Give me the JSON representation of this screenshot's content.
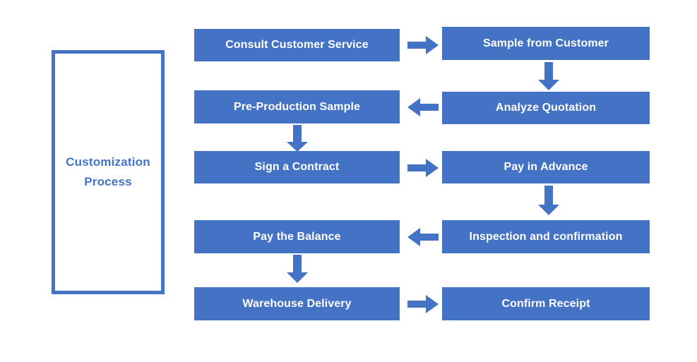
{
  "diagram": {
    "title_panel": {
      "label_line1": "Customization",
      "label_line2": "Process",
      "border_color": "#4472C4",
      "text_color": "#4472C4"
    },
    "node_fill_color": "#4472C4",
    "node_text_color": "#FFFFFF",
    "arrow_color": "#4472C4",
    "nodes": [
      {
        "id": "consult-customer-service",
        "label": "Consult Customer Service",
        "column": "left",
        "row": 1
      },
      {
        "id": "sample-from-customer",
        "label": "Sample from Customer",
        "column": "right",
        "row": 1
      },
      {
        "id": "analyze-quotation",
        "label": "Analyze Quotation",
        "column": "right",
        "row": 2
      },
      {
        "id": "pre-production-sample",
        "label": "Pre-Production Sample",
        "column": "left",
        "row": 2
      },
      {
        "id": "sign-a-contract",
        "label": "Sign a Contract",
        "column": "left",
        "row": 3
      },
      {
        "id": "pay-in-advance",
        "label": "Pay in Advance",
        "column": "right",
        "row": 3
      },
      {
        "id": "inspection-and-confirmation",
        "label": "Inspection and confirmation",
        "column": "right",
        "row": 4
      },
      {
        "id": "pay-the-balance",
        "label": "Pay the Balance",
        "column": "left",
        "row": 4
      },
      {
        "id": "warehouse-delivery",
        "label": "Warehouse Delivery",
        "column": "left",
        "row": 5
      },
      {
        "id": "confirm-receipt",
        "label": "Confirm Receipt",
        "column": "right",
        "row": 5
      }
    ],
    "connectors": [
      {
        "id": "consult-to-sample",
        "direction": "right",
        "from": "consult-customer-service",
        "to": "sample-from-customer"
      },
      {
        "id": "sample-to-analyze",
        "direction": "down",
        "from": "sample-from-customer",
        "to": "analyze-quotation"
      },
      {
        "id": "analyze-to-preproduction",
        "direction": "left",
        "from": "analyze-quotation",
        "to": "pre-production-sample"
      },
      {
        "id": "preproduction-to-sign",
        "direction": "down",
        "from": "pre-production-sample",
        "to": "sign-a-contract"
      },
      {
        "id": "sign-to-pay-advance",
        "direction": "right",
        "from": "sign-a-contract",
        "to": "pay-in-advance"
      },
      {
        "id": "pay-advance-to-inspection",
        "direction": "down",
        "from": "pay-in-advance",
        "to": "inspection-and-confirmation"
      },
      {
        "id": "inspection-to-balance",
        "direction": "left",
        "from": "inspection-and-confirmation",
        "to": "pay-the-balance"
      },
      {
        "id": "balance-to-warehouse",
        "direction": "down",
        "from": "pay-the-balance",
        "to": "warehouse-delivery"
      },
      {
        "id": "warehouse-to-confirm",
        "direction": "right",
        "from": "warehouse-delivery",
        "to": "confirm-receipt"
      }
    ]
  }
}
